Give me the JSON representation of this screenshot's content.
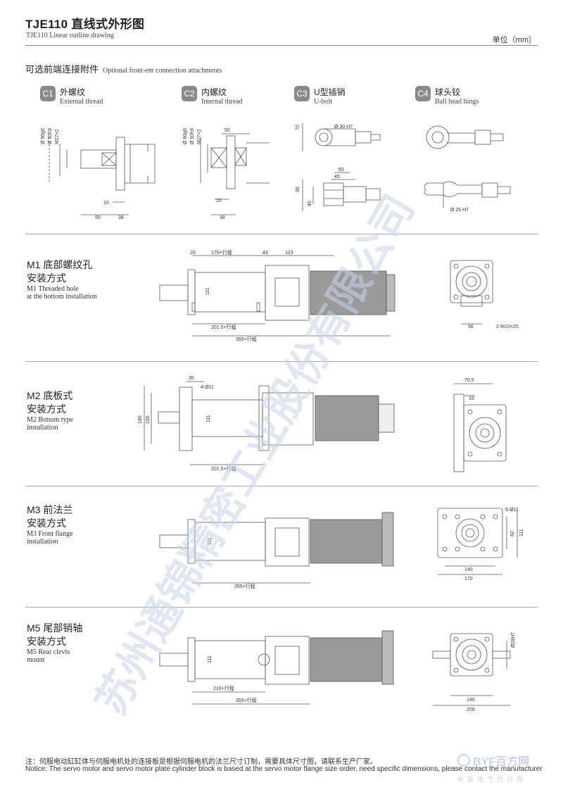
{
  "header": {
    "title": "TJE110 直线式外形图",
    "subtitle": "TJE110 Linear outline drawing",
    "unit": "单位（mm）"
  },
  "attachments": {
    "title_cn": "可选前端连接附件",
    "title_en": "Optional front-ent connection attachments",
    "items": [
      {
        "code": "C1",
        "name_cn": "外螺纹",
        "name_en": "External thread"
      },
      {
        "code": "C2",
        "name_cn": "内螺纹",
        "name_en": "Internal thread"
      },
      {
        "code": "C3",
        "name_cn": "U型插销",
        "name_en": "U-bolt"
      },
      {
        "code": "C4",
        "name_cn": "球头铰",
        "name_en": "Ball head hings"
      }
    ],
    "dims": {
      "c1": [
        "Ø 90g6",
        "Ø 50h9",
        "M27×2",
        "10",
        "50",
        "38"
      ],
      "c2": [
        "Ø 90g6",
        "Ø 50h9",
        "M27×2",
        "50",
        "10",
        "38"
      ],
      "c3": [
        "70",
        "Ø 30 H7",
        "90",
        "45",
        "65",
        "45"
      ],
      "c4": [
        "Ø 25 H7"
      ]
    }
  },
  "mounts": [
    {
      "code_cn": "M1 底部螺纹孔",
      "line2_cn": "安装方式",
      "en1": "M1 Threaded hole",
      "en2": "at the bottom installation",
      "dims": [
        "20",
        "170+行程",
        "43",
        "123",
        "111",
        "201.5+行程",
        "355+行程",
        "56",
        "2-M10×25"
      ]
    },
    {
      "code_cn": "M2 底板式",
      "line2_cn": "安装方式",
      "en1": "M2 Bottom type",
      "en2": "installation",
      "dims": [
        "35",
        "4-Ø11",
        "180",
        "150",
        "111",
        "201.5+行程",
        "70.5",
        "15"
      ]
    },
    {
      "code_cn": "M3 前法兰",
      "line2_cn": "安装方式",
      "en1": "M3 Front flange",
      "en2": "installation",
      "dims": [
        "111",
        "355+行程",
        "6-Ø11",
        "82",
        "111",
        "140",
        "170"
      ]
    },
    {
      "code_cn": "M5 尾部销轴",
      "line2_cn": "安装方式",
      "en1": "M5 Rear clevis",
      "en2": "mount",
      "dims": [
        "111",
        "210+行程",
        "355+行程",
        "Ø28H7",
        "140",
        "200"
      ]
    }
  ],
  "footer": {
    "note_cn": "注：伺服电动缸缸体与伺服电机处的连接板是根据伺服电机的法兰尺寸订制，需要具体尺寸图，请联系生产厂家。",
    "note_en": "Notice: The servo motor and servo motor plate cylinder block is based at the servo motor flange size order, need specific dimensions,  please contact the manufacturer"
  },
  "watermark": {
    "text": "苏州通锦精密工业股份有限公司",
    "site_logo": "BYF百方网",
    "site_tag": "中国电气供应商"
  },
  "colors": {
    "badge": "#8a8a8a",
    "line": "#555555",
    "motor": "#9a9a9a",
    "watermark": "#c9d3ea"
  }
}
